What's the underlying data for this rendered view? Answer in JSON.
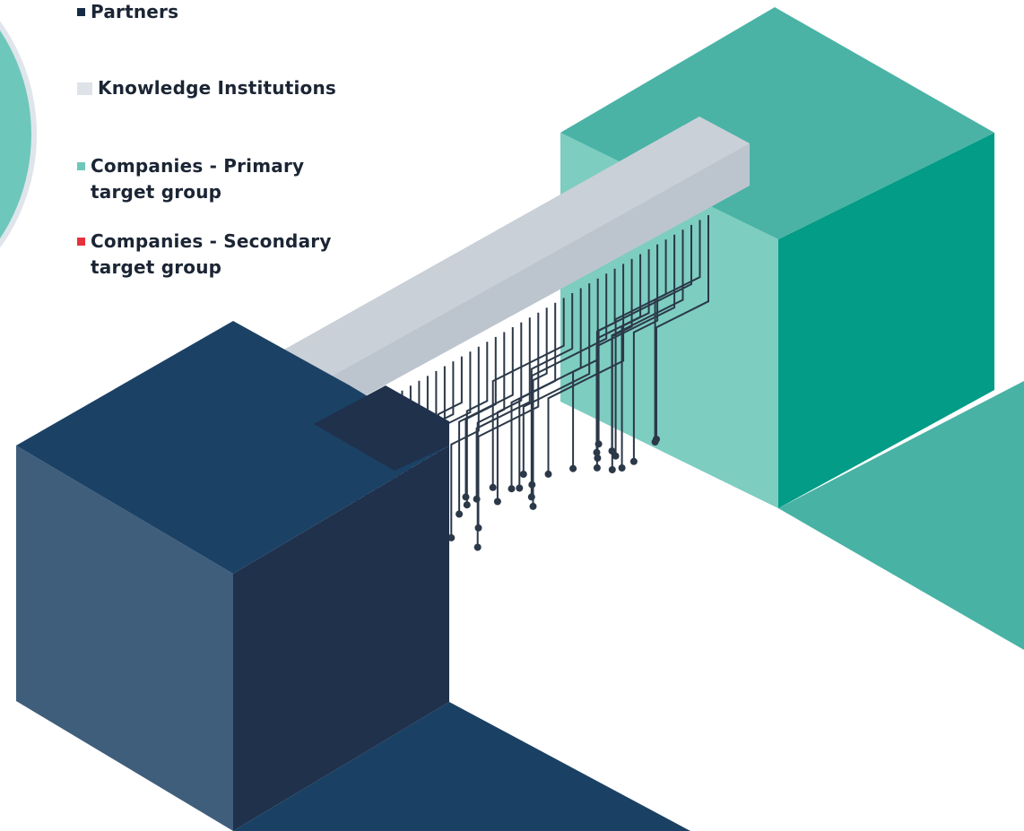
{
  "legend": {
    "items": [
      {
        "label": "Partners",
        "color": "#152a45",
        "swatch": "small"
      },
      {
        "label": "Knowledge Institutions",
        "color": "#dde3e8",
        "swatch": "large"
      },
      {
        "label": "Companies - Primary\ntarget group",
        "color": "#6ec7bb",
        "swatch": "small"
      },
      {
        "label": "Companies - Secondary\ntarget group",
        "color": "#e5323e",
        "swatch": "small"
      }
    ]
  },
  "colors": {
    "partner_block_top": "#1b4165",
    "partner_block_left": "#3f5e7b",
    "partner_block_right": "#20314c",
    "partner_floor": "#1a4164",
    "knowledge_bar_top": "#c9d0d8",
    "knowledge_bar_front": "#bcc5ce",
    "knowledge_bar_end": "#a7b0ba",
    "primary_block_top": "#4ab3a5",
    "primary_block_left": "#7dcdc0",
    "primary_block_right": "#039c86",
    "primary_floor": "#48b2a4",
    "circuit": "#2b3848",
    "side_circle": "#6ec7bb"
  }
}
